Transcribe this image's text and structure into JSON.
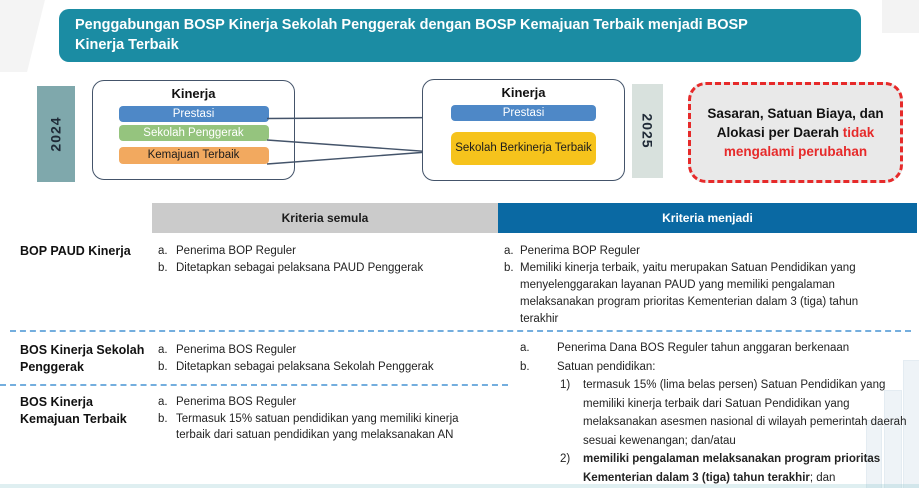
{
  "header": {
    "title": "Penggabungan BOSP Kinerja Sekolah Penggerak dengan BOSP Kemajuan Terbaik menjadi BOSP Kinerja Terbaik"
  },
  "diagram": {
    "year_left": "2024",
    "year_right": "2025",
    "left_box": {
      "title": "Kinerja",
      "items": [
        {
          "label": "Prestasi",
          "color": "#4e88c7",
          "text_color": "#ffffff"
        },
        {
          "label": "Sekolah Penggerak",
          "color": "#95c47e",
          "text_color": "#ffffff"
        },
        {
          "label": "Kemajuan Terbaik",
          "color": "#f2a95f",
          "text_color": "#1c1c1c"
        }
      ]
    },
    "right_box": {
      "title": "Kinerja",
      "items": [
        {
          "label": "Prestasi",
          "color": "#4e88c7",
          "text_color": "#ffffff"
        },
        {
          "label": "Sekolah Berkinerja Terbaik",
          "color": "#f6c31c",
          "text_color": "#1c1c1c"
        }
      ]
    },
    "note": {
      "text_black": "Sasaran, Satuan Biaya, dan Alokasi per Daerah ",
      "text_red": "tidak mengalami perubahan",
      "accent_color": "#e62a2a",
      "bg_color": "#e9e9e9"
    }
  },
  "table": {
    "col_semula": "Kriteria semula",
    "col_menjadi": "Kriteria menjadi",
    "header_colors": {
      "semula_bg": "#cbcbcb",
      "menjadi_bg": "#0a69a3"
    },
    "rows": [
      {
        "label": "BOP PAUD Kinerja",
        "semula": [
          {
            "marker": "a.",
            "text": "Penerima BOP Reguler"
          },
          {
            "marker": "b.",
            "text": "Ditetapkan sebagai pelaksana PAUD Penggerak"
          }
        ],
        "menjadi": [
          {
            "marker": "a.",
            "text": "Penerima BOP Reguler"
          },
          {
            "marker": "b.",
            "text": "Memiliki kinerja terbaik, yaitu merupakan Satuan Pendidikan yang menyelenggarakan layanan PAUD yang memiliki pengalaman melaksanakan program prioritas Kementerian dalam 3 (tiga) tahun terakhir"
          }
        ]
      },
      {
        "label": "BOS Kinerja Sekolah Penggerak",
        "semula": [
          {
            "marker": "a.",
            "text": "Penerima BOS Reguler"
          },
          {
            "marker": "b.",
            "text": "Ditetapkan sebagai pelaksana Sekolah Penggerak"
          }
        ]
      },
      {
        "label": "BOS Kinerja Kemajuan Terbaik",
        "semula": [
          {
            "marker": "a.",
            "text": "Penerima BOS Reguler"
          },
          {
            "marker": "b.",
            "text": "Termasuk 15% satuan pendidikan yang memiliki kinerja terbaik dari satuan pendidikan yang melaksanakan AN"
          }
        ]
      }
    ],
    "menjadi_merged": {
      "item_a": {
        "marker": "a.",
        "text": "Penerima Dana BOS Reguler tahun anggaran berkenaan"
      },
      "item_b": {
        "marker": "b.",
        "text": "Satuan pendidikan:"
      },
      "sub_items": [
        {
          "marker": "1)",
          "text": "termasuk 15% (lima belas persen) Satuan Pendidikan yang memiliki kinerja terbaik dari Satuan Pendidikan yang melaksanakan asesmen nasional di wilayah pemerintah daerah sesuai kewenangan; dan/atau"
        },
        {
          "marker": "2)",
          "text_bold": "memiliki pengalaman melaksanakan program prioritas Kementerian dalam 3 (tiga) tahun terakhir",
          "text_rest": "; dan"
        }
      ]
    }
  },
  "colors": {
    "banner_bg": "#1b8ca3",
    "year_left_bg": "#7fa8ac",
    "year_right_bg": "#d8e1dd",
    "box_border": "#44546a",
    "arrow": "#44546a",
    "divider": "#74aede"
  }
}
